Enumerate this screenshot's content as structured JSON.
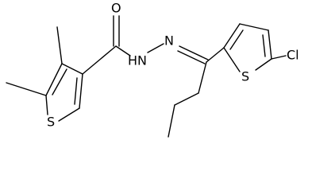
{
  "atoms": {
    "oxygen": "O",
    "hydrazide_nh": "HN",
    "imine_n": "N",
    "thiophene1_sulfur": "S",
    "thiophene2_sulfur": "S",
    "chlorine": "Cl"
  },
  "colors": {
    "bond": "#000000",
    "label": "#000000",
    "background": "#ffffff"
  }
}
